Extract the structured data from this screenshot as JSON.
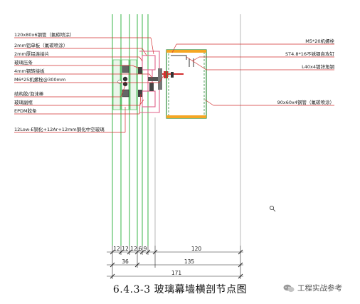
{
  "caption": "6.4.3-3 玻璃幕墙横剖节点图",
  "watermark": {
    "text": "工程实战参考",
    "icon": "wechat-icon"
  },
  "colors": {
    "guide": "#39b54a",
    "leader": "#d32f2f",
    "pink": "#e0608a",
    "hatch": "#2e8b3a",
    "dark": "#222222"
  },
  "labels_left": [
    "120x80x6钢管（氟碳喷涂）",
    "2mm铝单板（氟碳喷涂）",
    "2mm厚铝连接片",
    "玻璃压条",
    "4mm钢转接板",
    "M6*25机螺栓@300mm",
    "结构胶/泡沫棒",
    "玻璃副框",
    "EPDM胶条",
    "12Low-E钢化+12Ar+12mm钢化中空玻璃"
  ],
  "labels_right": [
    "M5*20机螺栓",
    "ST4.8*16不锈钢自攻钉",
    "L40x4镀锌角钢",
    "90x60x4钢管（氟碳喷涂）"
  ],
  "dims_row1": [
    "12",
    "12",
    "12",
    "6",
    "9",
    "120"
  ],
  "dims_row2": [
    "36",
    "135"
  ],
  "dims_row3": [
    "171"
  ]
}
